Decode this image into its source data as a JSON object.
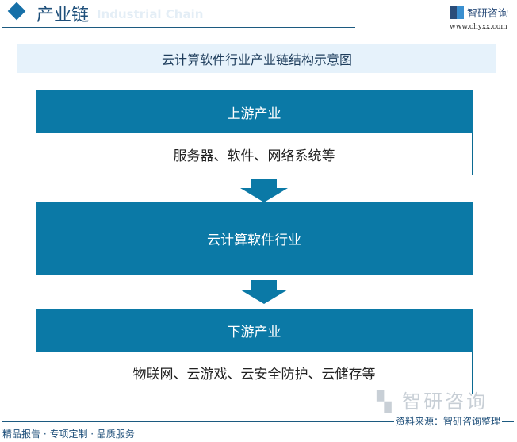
{
  "header": {
    "title": "产业链",
    "subtitle_en": "Industrial Chain",
    "logo_text": "智研咨询",
    "url": "www.chyxx.com"
  },
  "diagram": {
    "title": "云计算软件行业产业链结构示意图",
    "upstream": {
      "label": "上游产业",
      "content": "服务器、软件、网络系统等"
    },
    "midstream": {
      "label": "云计算软件行业"
    },
    "downstream": {
      "label": "下游产业",
      "content": "物联网、云游戏、云安全防护、云储存等"
    },
    "colors": {
      "primary": "#0b79a6",
      "title_bg": "#e6f2fb"
    }
  },
  "footer": {
    "slogan": "精品报告 · 专项定制 · 品质服务",
    "source": "资料来源：智研咨询整理",
    "watermark": "智研咨询"
  }
}
